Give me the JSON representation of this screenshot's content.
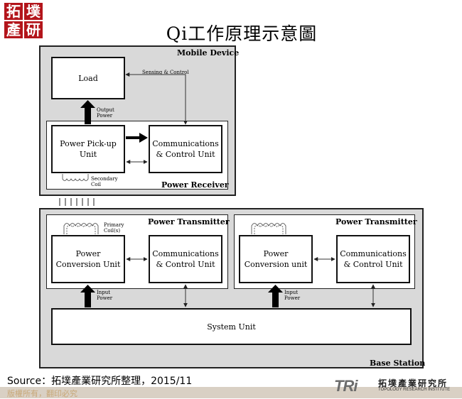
{
  "logo": {
    "chars": [
      "拓",
      "墣",
      "產",
      "研"
    ]
  },
  "title": "Qi工作原理示意圖",
  "mobile_device": {
    "label": "Mobile Device",
    "load": "Load",
    "sensing_control": "Sensing & Control",
    "output_power": [
      "Output",
      "Power"
    ],
    "power_receiver": {
      "label": "Power Receiver",
      "pickup": [
        "Power Pick-up",
        "Unit"
      ],
      "comm": [
        "Communications",
        "& Control Unit"
      ],
      "secondary_coil": [
        "Secondary",
        "Coil"
      ]
    }
  },
  "base_station": {
    "label": "Base Station",
    "transmitters": [
      {
        "label": "Power Transmitter",
        "conversion": [
          "Power",
          "Conversion Unit"
        ],
        "comm": [
          "Communications",
          "& Control Unit"
        ],
        "primary_coil": [
          "Primary",
          "Coil(s)"
        ],
        "input_power": [
          "Input",
          "Power"
        ]
      },
      {
        "label": "Power Transmitter",
        "conversion": [
          "Power",
          "Conversion unit"
        ],
        "comm": [
          "Communications",
          "& Control Unit"
        ],
        "input_power": [
          "Input",
          "Power"
        ]
      }
    ],
    "system_unit": "System Unit"
  },
  "source": "Source：拓墣產業研究所整理，2015/11",
  "copyright": "版權所有，翻印必究",
  "brand": {
    "mark": "TRi",
    "name_cn": "拓墣產業研究所",
    "name_en": "TOPOLOGY RESEARCH INSTITUTE"
  }
}
